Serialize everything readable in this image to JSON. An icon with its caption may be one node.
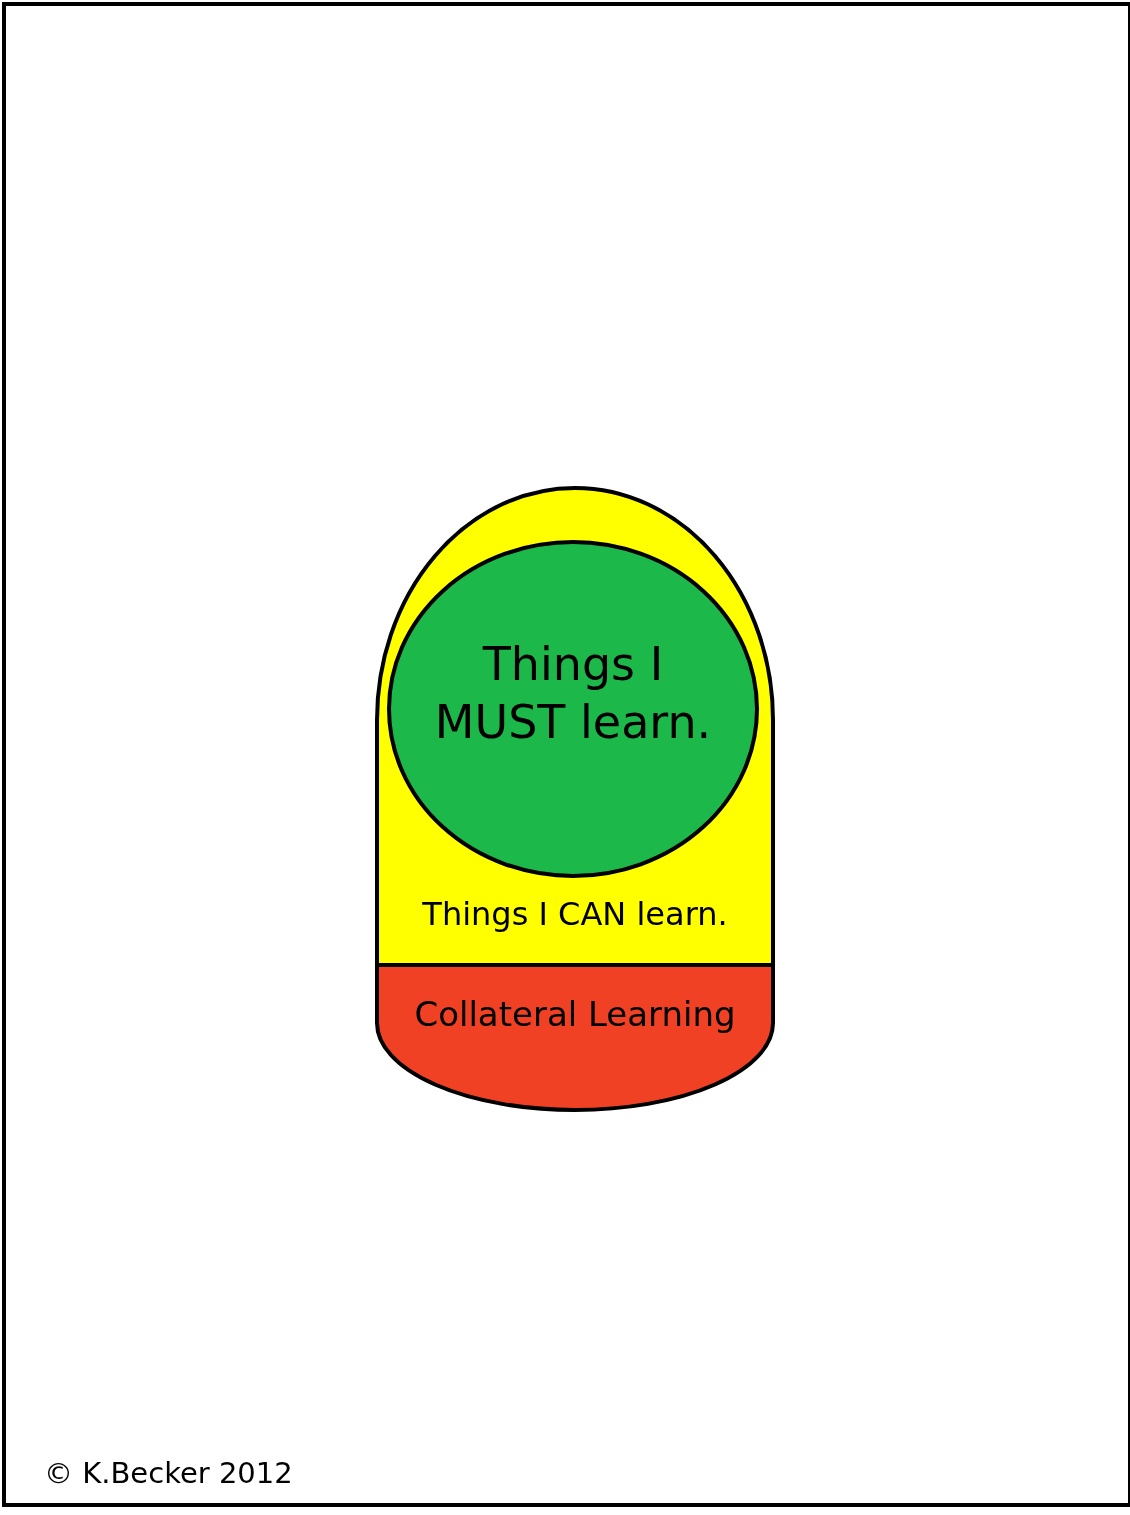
{
  "diagram": {
    "nodes": [
      {
        "text": [
          "Things I CAN learn."
        ]
      },
      {
        "text": [
          "Things I MUST learn."
        ],
        "in": 0
      },
      {
        "text": [
          "Collateral Learning"
        ]
      }
    ],
    "labels": [
      "© K.Becker 2012"
    ]
  }
}
